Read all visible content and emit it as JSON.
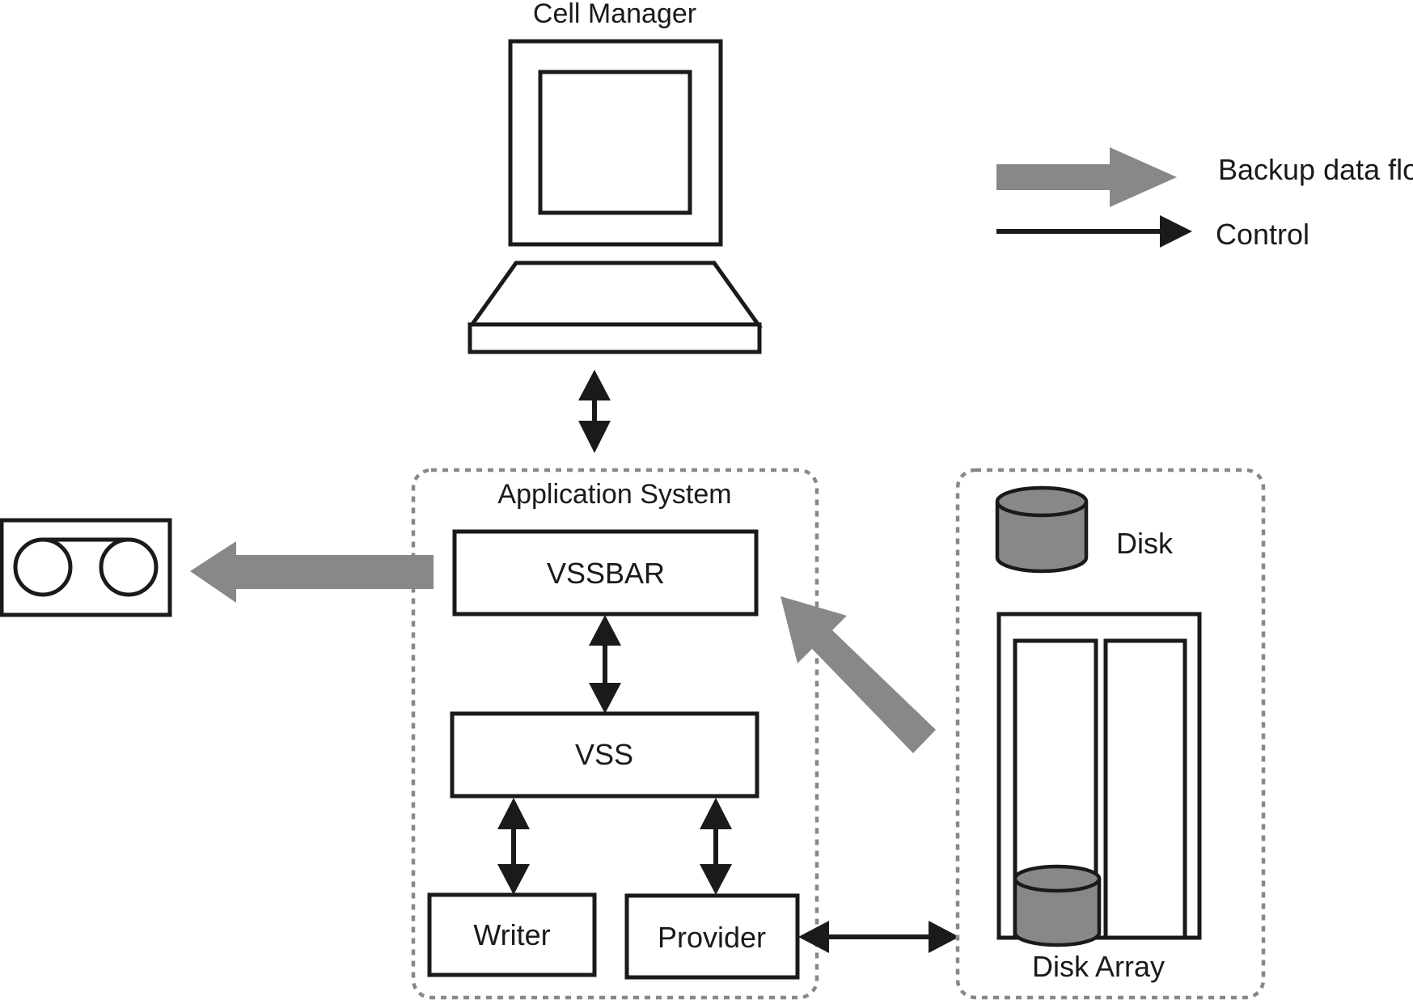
{
  "legend": {
    "backup_flow_label": "Backup data flow",
    "control_label": "Control"
  },
  "cell_manager": {
    "label": "Cell Manager"
  },
  "application_system": {
    "label": "Application System",
    "vssbar_label": "VSSBAR",
    "vss_label": "VSS",
    "writer_label": "Writer",
    "provider_label": "Provider"
  },
  "storage": {
    "disk_label": "Disk",
    "disk_array_label": "Disk Array"
  },
  "colors": {
    "line": "#1a1a1a",
    "backup_flow": "#888888",
    "dashed_frame": "#888888",
    "background": "#ffffff"
  }
}
